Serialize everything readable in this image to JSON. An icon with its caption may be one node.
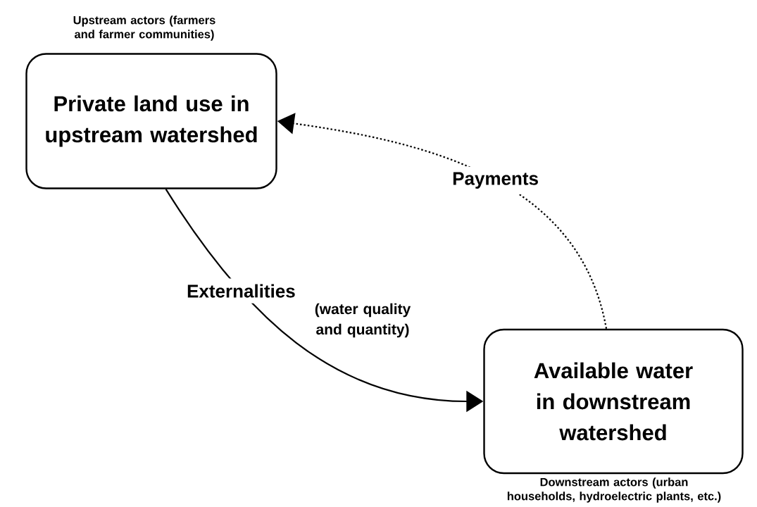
{
  "diagram": {
    "nodes": [
      {
        "text": [
          "Private land use in upstream watershed"
        ],
        "beside": [
          "Upstream actors (farmers and farmer communities)"
        ]
      },
      {
        "text": [
          "Available water in downstream watershed"
        ],
        "beside": [
          "Downstream actors (urban households, hydroelectric plants, etc.)"
        ]
      }
    ],
    "edges": [
      {
        "from": 0,
        "to": 1,
        "arrow": "to",
        "label": "Externalities"
      },
      {
        "from": 1,
        "to": 0,
        "arrow": "to",
        "label": "Payments",
        "style": "dashed"
      }
    ],
    "labels": [
      "(water quality and quantity)"
    ]
  }
}
